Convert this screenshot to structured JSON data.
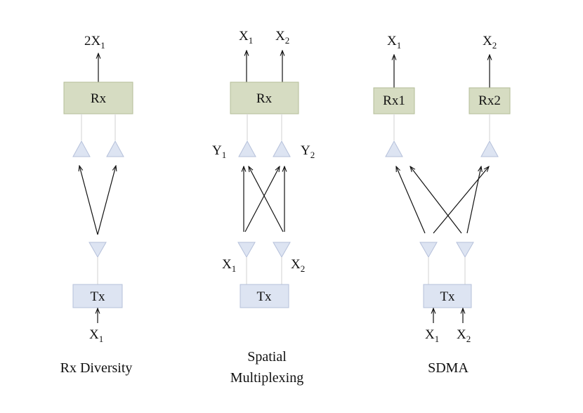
{
  "colors": {
    "rx_box": "#d6dcc2",
    "rx_border": "#b4be98",
    "tx_box": "#dde4f2",
    "tx_border": "#b5c0da",
    "antenna": "#dde4f2",
    "antenna_border": "#b5c0da",
    "arrow": "#111111"
  },
  "panels": {
    "rx_diversity": {
      "caption": "Rx Diversity",
      "output": {
        "base": "2X",
        "sub": "1"
      },
      "rx_label": "Rx",
      "tx_label": "Tx",
      "input": {
        "base": "X",
        "sub": "1"
      }
    },
    "spatial_multiplexing": {
      "caption_line1": "Spatial",
      "caption_line2": "Multiplexing",
      "output1": {
        "base": "X",
        "sub": "1"
      },
      "output2": {
        "base": "X",
        "sub": "2"
      },
      "rx_label": "Rx",
      "tx_label": "Tx",
      "y1": {
        "base": "Y",
        "sub": "1"
      },
      "y2": {
        "base": "Y",
        "sub": "2"
      },
      "x1": {
        "base": "X",
        "sub": "1"
      },
      "x2": {
        "base": "X",
        "sub": "2"
      }
    },
    "sdma": {
      "caption": "SDMA",
      "output1": {
        "base": "X",
        "sub": "1"
      },
      "output2": {
        "base": "X",
        "sub": "2"
      },
      "rx1_label": "Rx1",
      "rx2_label": "Rx2",
      "tx_label": "Tx",
      "input1": {
        "base": "X",
        "sub": "1"
      },
      "input2": {
        "base": "X",
        "sub": "2"
      }
    }
  }
}
